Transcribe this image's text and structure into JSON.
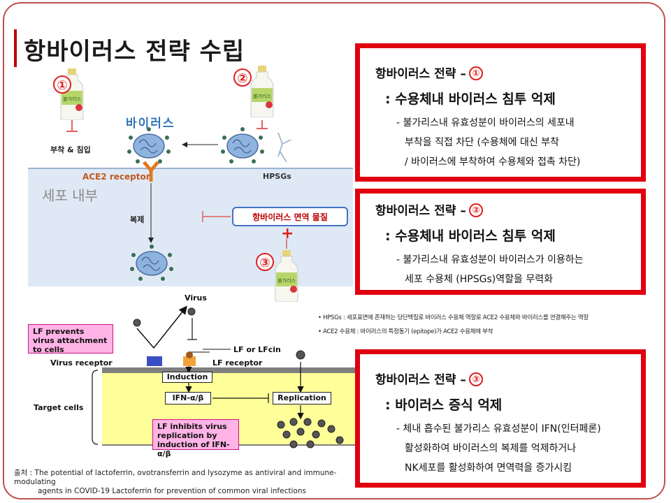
{
  "page": {
    "title": "항바이러스 전략 수립"
  },
  "diagram_top": {
    "badges": [
      "①",
      "②",
      "③"
    ],
    "block_label": "부착 & 침입",
    "virus_label": "바이러스",
    "ace2_label": "ACE2 receptor",
    "hpsgs_label": "HPSGs",
    "cell_label": "세포 내부",
    "replication_label": "복제",
    "immune_label": "항바이러스 면역 물질",
    "plus": "+",
    "bottle_text": "불가리스"
  },
  "diagram_bottom": {
    "virus": "Virus",
    "callout_attach": [
      "LF prevents",
      "virus attachment",
      "to cells"
    ],
    "lf_or_lfcin": "LF or LFcin",
    "virus_receptor": "Virus receptor",
    "lf_receptor": "LF receptor",
    "induction": "Induction",
    "ifn": "IFN-α/β",
    "replication": "Replication",
    "target_cells": "Target cells",
    "callout_inhibit": [
      "LF inhibits virus",
      "replication by",
      "induction of IFN-α/β"
    ]
  },
  "notes": [
    "• HPSGs : 세포표면에 존재하는 당단백질로 바이러스 수용체 역할로 ACE2 수용체와 바이러스를 연결해주는 역할",
    "• ACE2 수용체 : 바이러스의 특정돌기 (epitope)가 ACE2 수용체에 부착"
  ],
  "source": {
    "line1": "출처 : The potential of lactoferrin, ovotransferrin and lysozyme as antiviral and immune-modulating",
    "line2": "agents in COVID-19 Lactoferrin for prevention of common viral infections"
  },
  "panels": [
    {
      "head": "항바이러스 전략 –",
      "num": "①",
      "sub": ": 수용체내 바이러스 침투 억제",
      "lines": [
        "- 불가리스내 유효성분이 바이러스의 세포내",
        "부착을 직접 차단 (수용체에 대신 부착",
        "/ 바이러스에 부착하여 수용체와 접촉 차단)"
      ]
    },
    {
      "head": "항바이러스 전략 –",
      "num": "②",
      "sub": ": 수용체내 바이러스 침투 억제",
      "lines": [
        "- 불가리스내 유효성분이 바이러스가 이용하는",
        "세포 수용체 (HPSGs)역할을 무력화"
      ]
    },
    {
      "head": "항바이러스 전략 –",
      "num": "③",
      "sub": ": 바이러스 증식 억제",
      "lines": [
        "- 체내 흡수된 불가리스 유효성분이 IFN(인터페론)",
        "활성화하여 바이러스의 복제를 억제하거나",
        "NK세포를 활성화하여 면역력을 증가시킴"
      ]
    }
  ]
}
